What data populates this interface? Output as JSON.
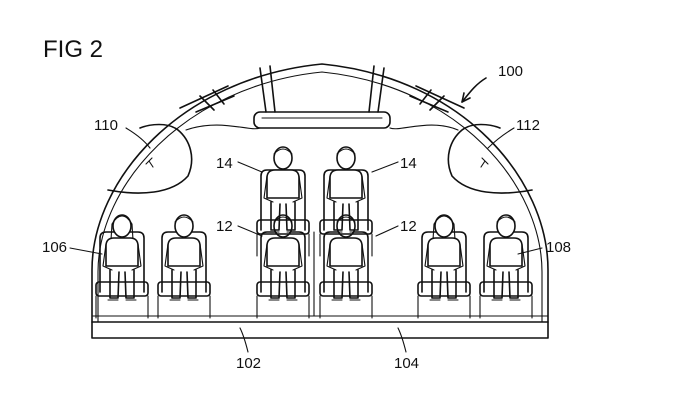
{
  "figure": {
    "title": "FIG 2",
    "labels": {
      "fuselage": "100",
      "upper_left": "110",
      "upper_right": "112",
      "row_left": "106",
      "row_right": "108",
      "floor_left": "102",
      "floor_right": "104",
      "lower_seat_left": "12",
      "lower_seat_right": "12",
      "upper_seat_left": "14",
      "upper_seat_right": "14"
    }
  }
}
